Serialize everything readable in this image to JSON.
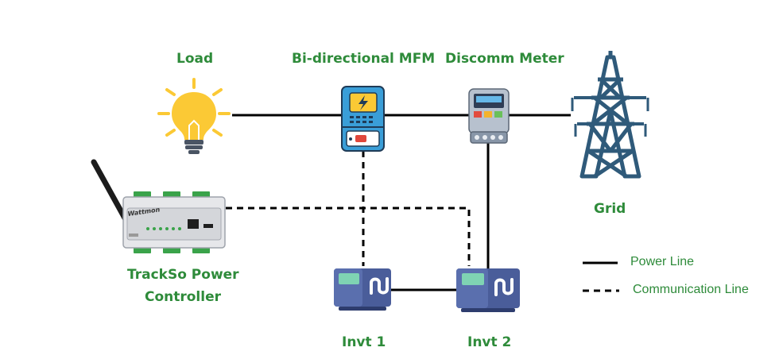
{
  "labels": {
    "load": "Load",
    "mfm": "Bi-directional MFM",
    "discomm": "Discomm Meter",
    "grid": "Grid",
    "controller_line1": "TrackSo Power",
    "controller_line2": "Controller",
    "invt1": "Invt 1",
    "invt2": "Invt 2",
    "controller_brand": "Wattmon"
  },
  "legend": {
    "power_line": "Power Line",
    "communication_line": "Communication Line"
  },
  "colors": {
    "label_green": "#2e8b3a",
    "bulb_yellow": "#fbc935",
    "meter_blue": "#3a9ed8",
    "inverter_navy": "#3d4f8a",
    "tower_blue": "#2f5a7a",
    "line_black": "#000000"
  }
}
